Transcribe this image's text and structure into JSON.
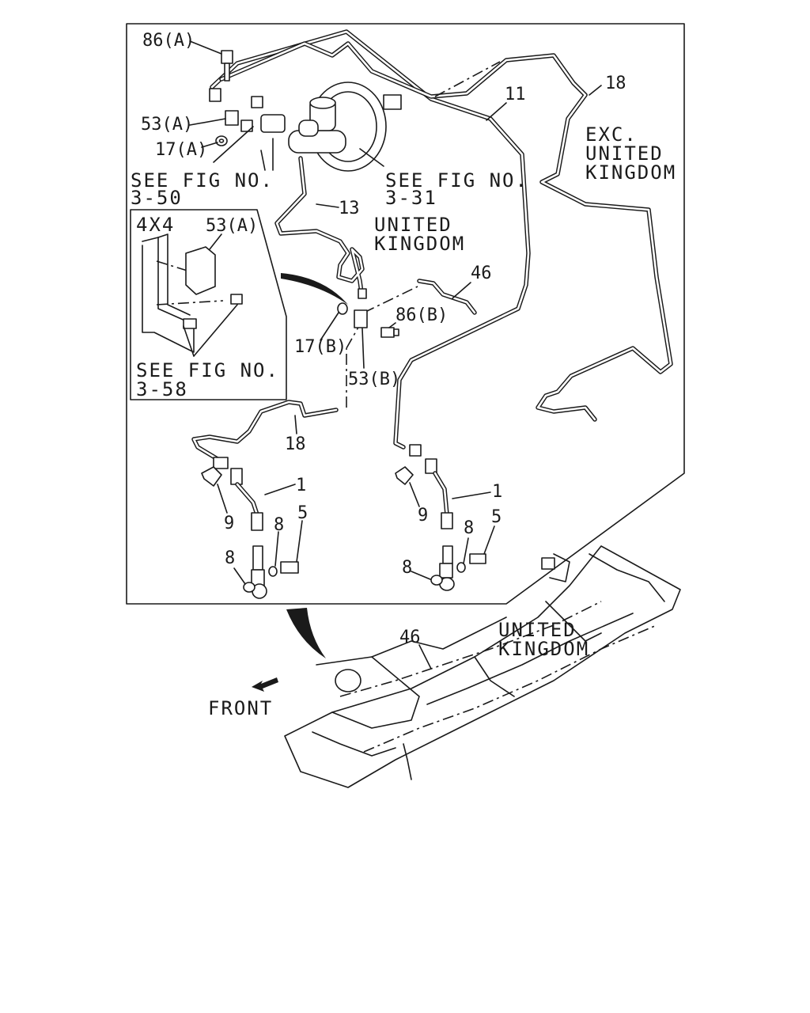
{
  "labels": {
    "l86a": "86(A)",
    "l53a": "53(A)",
    "l17a": "17(A)",
    "see350_a": "SEE FIG NO.",
    "see350_b": "3-50",
    "l13": "13",
    "see331_a": "SEE FIG NO.",
    "see331_b": "3-31",
    "l11": "11",
    "l18_top": "18",
    "exc_a": "EXC.",
    "exc_b": "UNITED",
    "exc_c": "KINGDOM",
    "uk_mid_a": "UNITED",
    "uk_mid_b": "KINGDOM",
    "l46_top": "46",
    "l86b": "86(B)",
    "l17b": "17(B)",
    "l53b": "53(B)",
    "l18_low": "18",
    "inset_4x4": "4X4",
    "inset_53a": "53(A)",
    "see358_a": "SEE FIG NO.",
    "see358_b": "3-58",
    "l1_left": "1",
    "l9_left": "9",
    "l8_left_a": "8",
    "l5_left": "5",
    "l8_left_b": "8",
    "l1_right": "1",
    "l9_right": "9",
    "l8_right_a": "8",
    "l5_right": "5",
    "l8_right_b": "8",
    "l46_frame": "46",
    "uk_frame_a": "UNITED",
    "uk_frame_b": "KINGDOM",
    "front": "FRONT"
  }
}
